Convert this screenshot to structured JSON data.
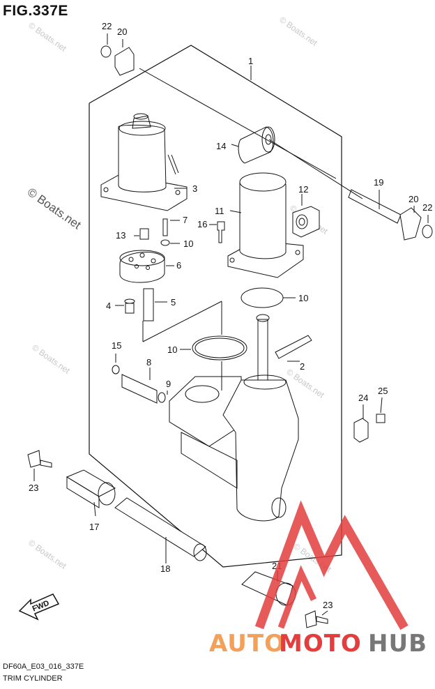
{
  "figure": {
    "title": "FIG.337E",
    "code": "DF60A_E03_016_337E",
    "name": "TRIM CYLINDER"
  },
  "watermark": {
    "text": "© Boats.net",
    "logo_auto": "AUTO",
    "logo_moto": "MOTO",
    "logo_hub": "HUB"
  },
  "colors": {
    "line": "#111111",
    "logo_red": "#e33d3d",
    "logo_gray": "#777777",
    "watermark": "#c8c8c8"
  },
  "callouts": [
    "1",
    "2",
    "3",
    "4",
    "5",
    "6",
    "7",
    "8",
    "9",
    "10",
    "10",
    "10",
    "11",
    "12",
    "13",
    "14",
    "15",
    "16",
    "17",
    "18",
    "19",
    "20",
    "20",
    "21",
    "22",
    "22",
    "23",
    "23",
    "24",
    "25"
  ],
  "fwd_label": "FWD"
}
